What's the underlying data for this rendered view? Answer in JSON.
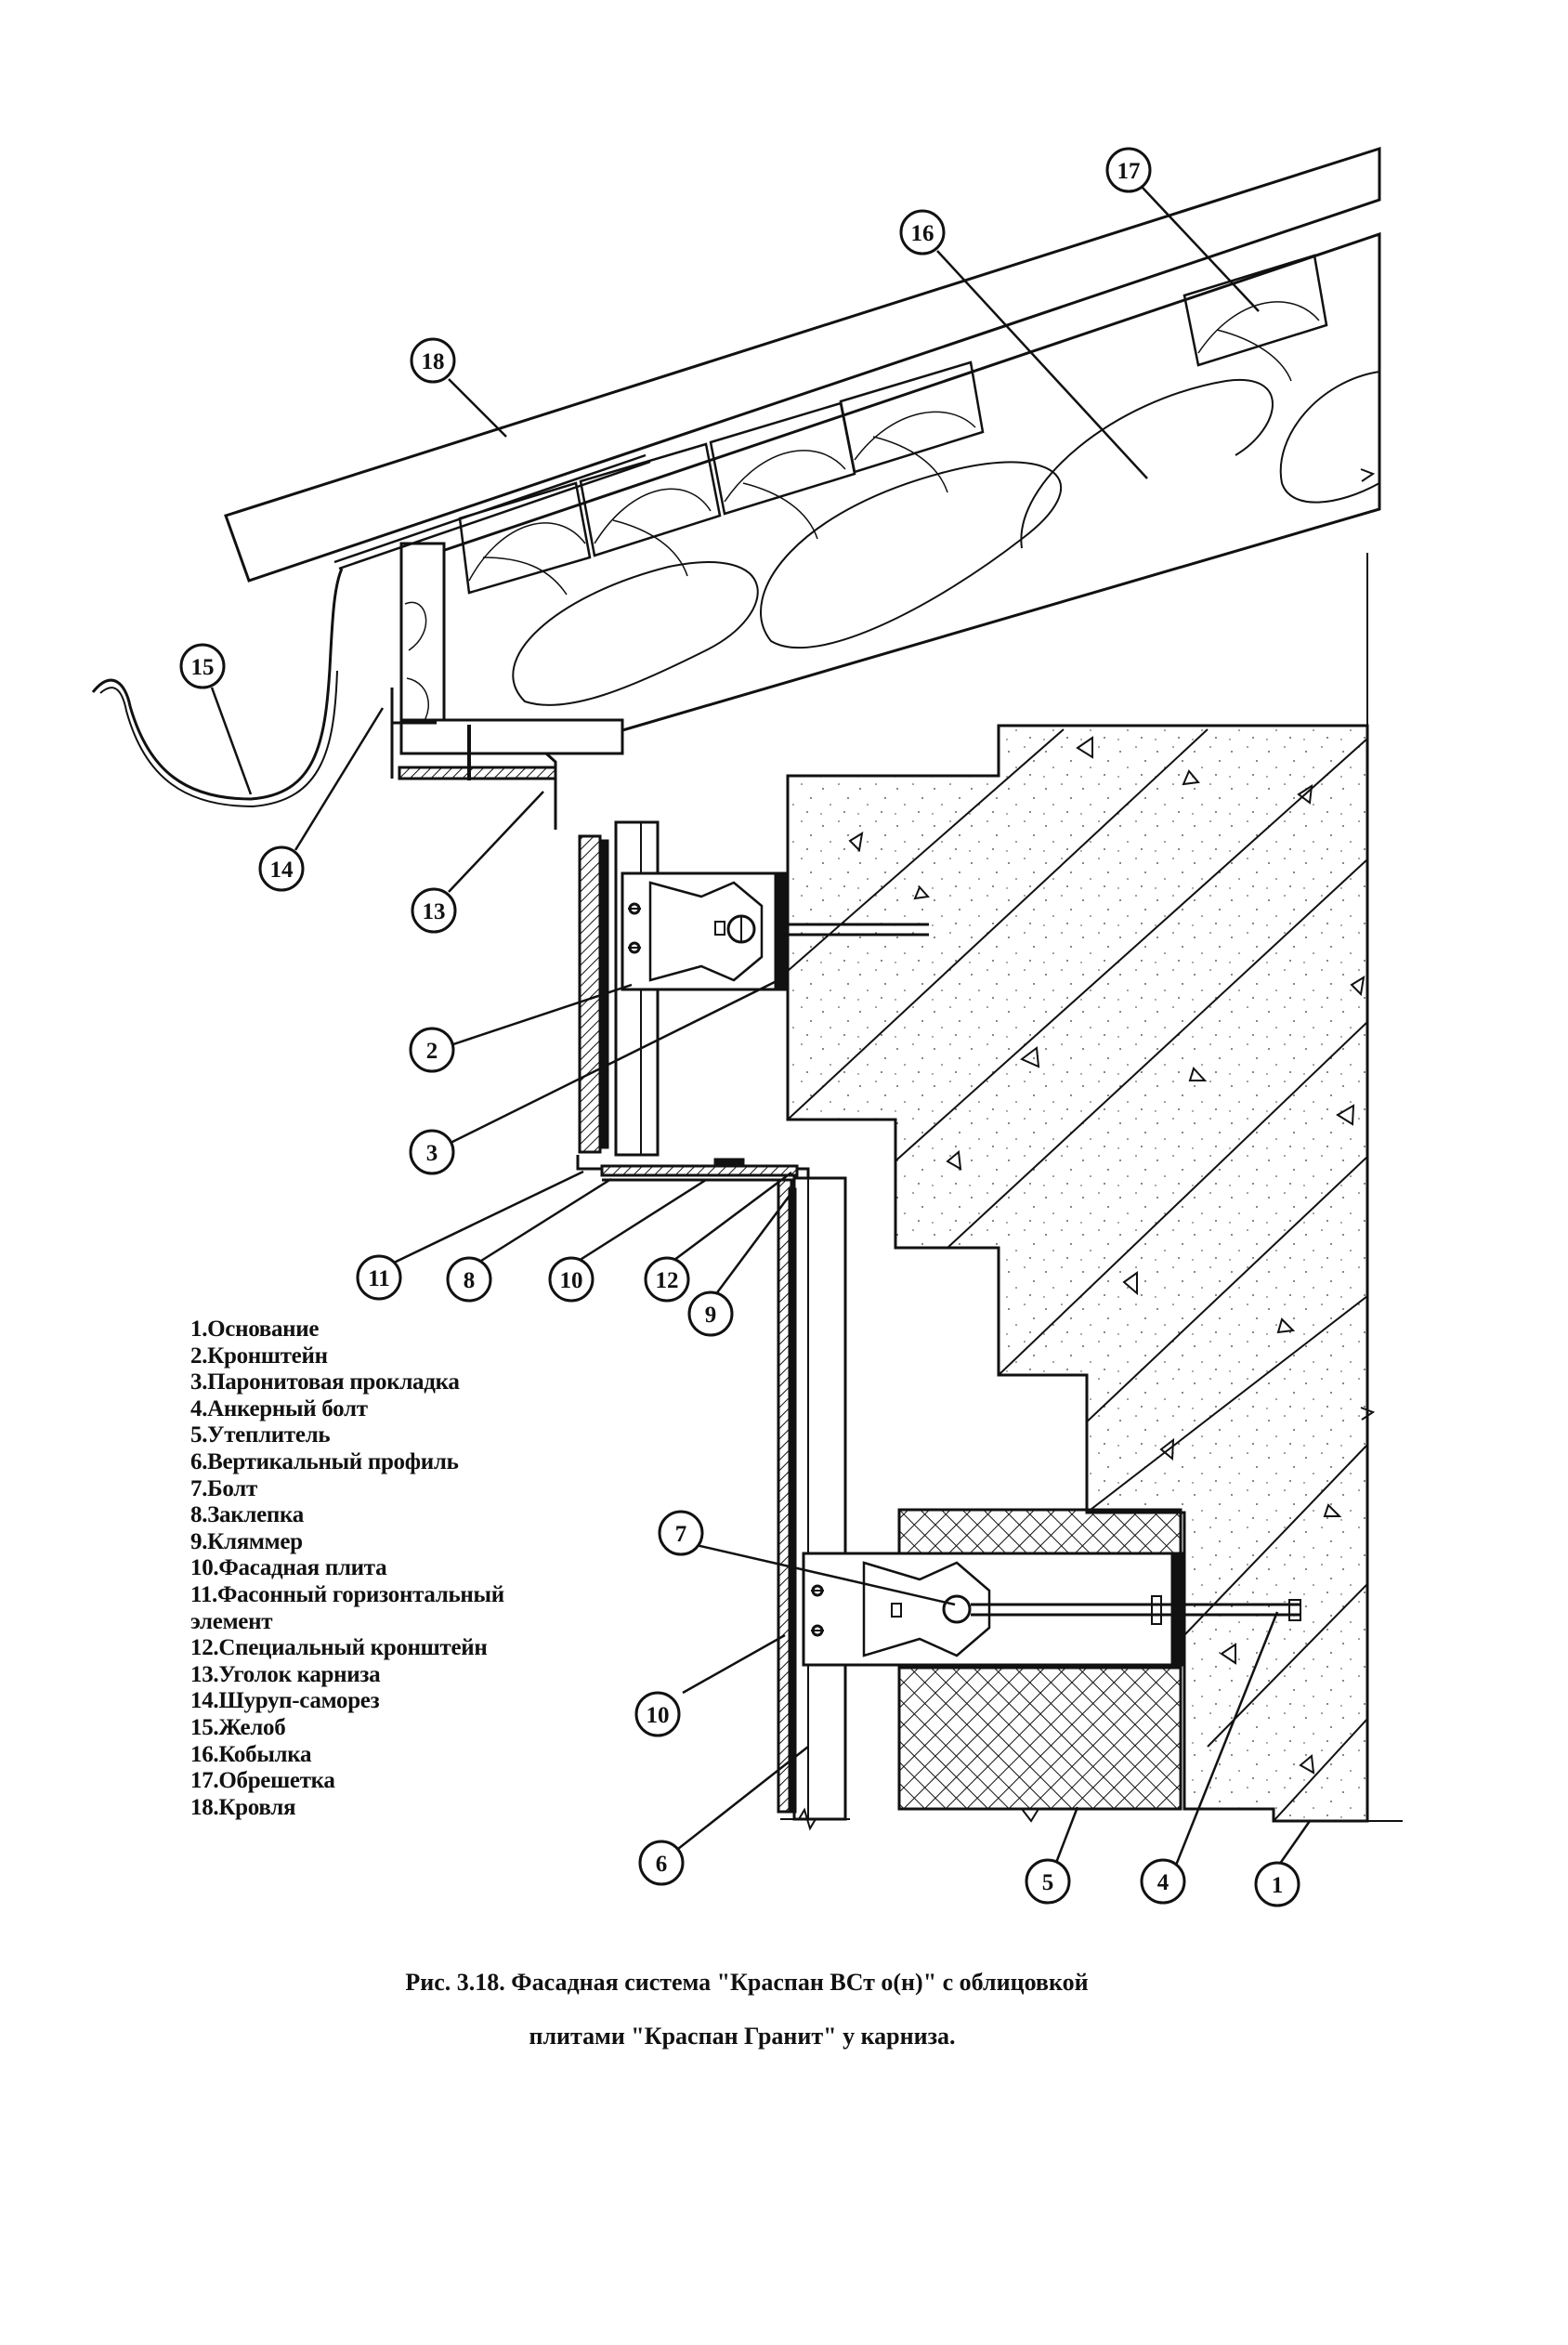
{
  "figure": {
    "caption_line1": "Рис. 3.18. Фасадная система \"Краспан ВСт о(н)\" с облицовкой",
    "caption_line2": "плитами \"Краспан Гранит\" у карниза."
  },
  "legend": [
    "1.Основание",
    "2.Кронштейн",
    "3.Паронитовая прокладка",
    "4.Анкерный болт",
    "5.Утеплитель",
    "6.Вертикальный профиль",
    "7.Болт",
    "8.Заклепка",
    "9.Кляммер",
    "10.Фасадная плита",
    "11.Фасонный горизонтальный\n    элемент",
    "12.Специальный кронштейн",
    "13.Уголок карниза",
    "14.Шуруп-саморез",
    "15.Желоб",
    "16.Кобылка",
    "17.Обрешетка",
    "18.Кровля"
  ],
  "callouts": [
    {
      "num": "18",
      "part": "roofing"
    },
    {
      "num": "16",
      "part": "rafter"
    },
    {
      "num": "17",
      "part": "lathing"
    },
    {
      "num": "15",
      "part": "gutter"
    },
    {
      "num": "14",
      "part": "self-tapping-screw"
    },
    {
      "num": "13",
      "part": "cornice-angle"
    },
    {
      "num": "2",
      "part": "bracket"
    },
    {
      "num": "3",
      "part": "paronite-gasket"
    },
    {
      "num": "11",
      "part": "shaped-horizontal-element"
    },
    {
      "num": "8",
      "part": "rivet"
    },
    {
      "num": "10",
      "part": "facade-panel"
    },
    {
      "num": "12",
      "part": "special-bracket"
    },
    {
      "num": "9",
      "part": "clamp"
    },
    {
      "num": "7",
      "part": "bolt"
    },
    {
      "num": "10",
      "part": "facade-panel"
    },
    {
      "num": "6",
      "part": "vertical-profile"
    },
    {
      "num": "5",
      "part": "insulation"
    },
    {
      "num": "4",
      "part": "anchor-bolt"
    },
    {
      "num": "1",
      "part": "base"
    }
  ]
}
